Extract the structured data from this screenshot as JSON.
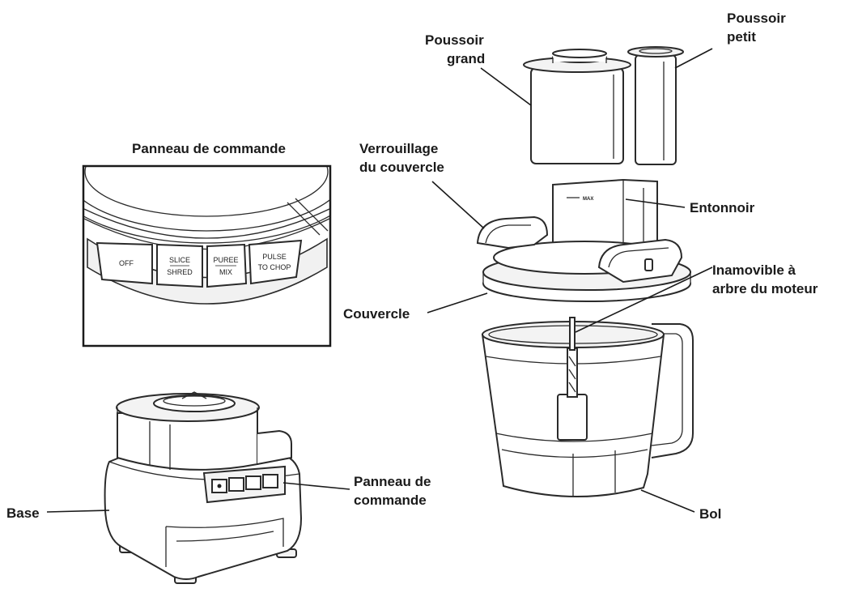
{
  "labels": {
    "poussoir_grand_1": "Poussoir",
    "poussoir_grand_2": "grand",
    "poussoir_petit_1": "Poussoir",
    "poussoir_petit_2": "petit",
    "verrouillage_1": "Verrouillage",
    "verrouillage_2": "du couvercle",
    "entonnoir": "Entonnoir",
    "inamovible_1": "Inamovible à",
    "inamovible_2": "arbre du moteur",
    "couvercle": "Couvercle",
    "bol": "Bol",
    "base": "Base",
    "panneau_base_1": "Panneau de",
    "panneau_base_2": "commande",
    "panneau_title": "Panneau de commande"
  },
  "control_panel": {
    "buttons": [
      {
        "line1": "OFF",
        "line2": ""
      },
      {
        "line1": "SLICE",
        "line2": "SHRED"
      },
      {
        "line1": "PUREE",
        "line2": "MIX"
      },
      {
        "line1": "PULSE",
        "line2": "TO CHOP"
      }
    ]
  },
  "funnel_mark": "MAX"
}
